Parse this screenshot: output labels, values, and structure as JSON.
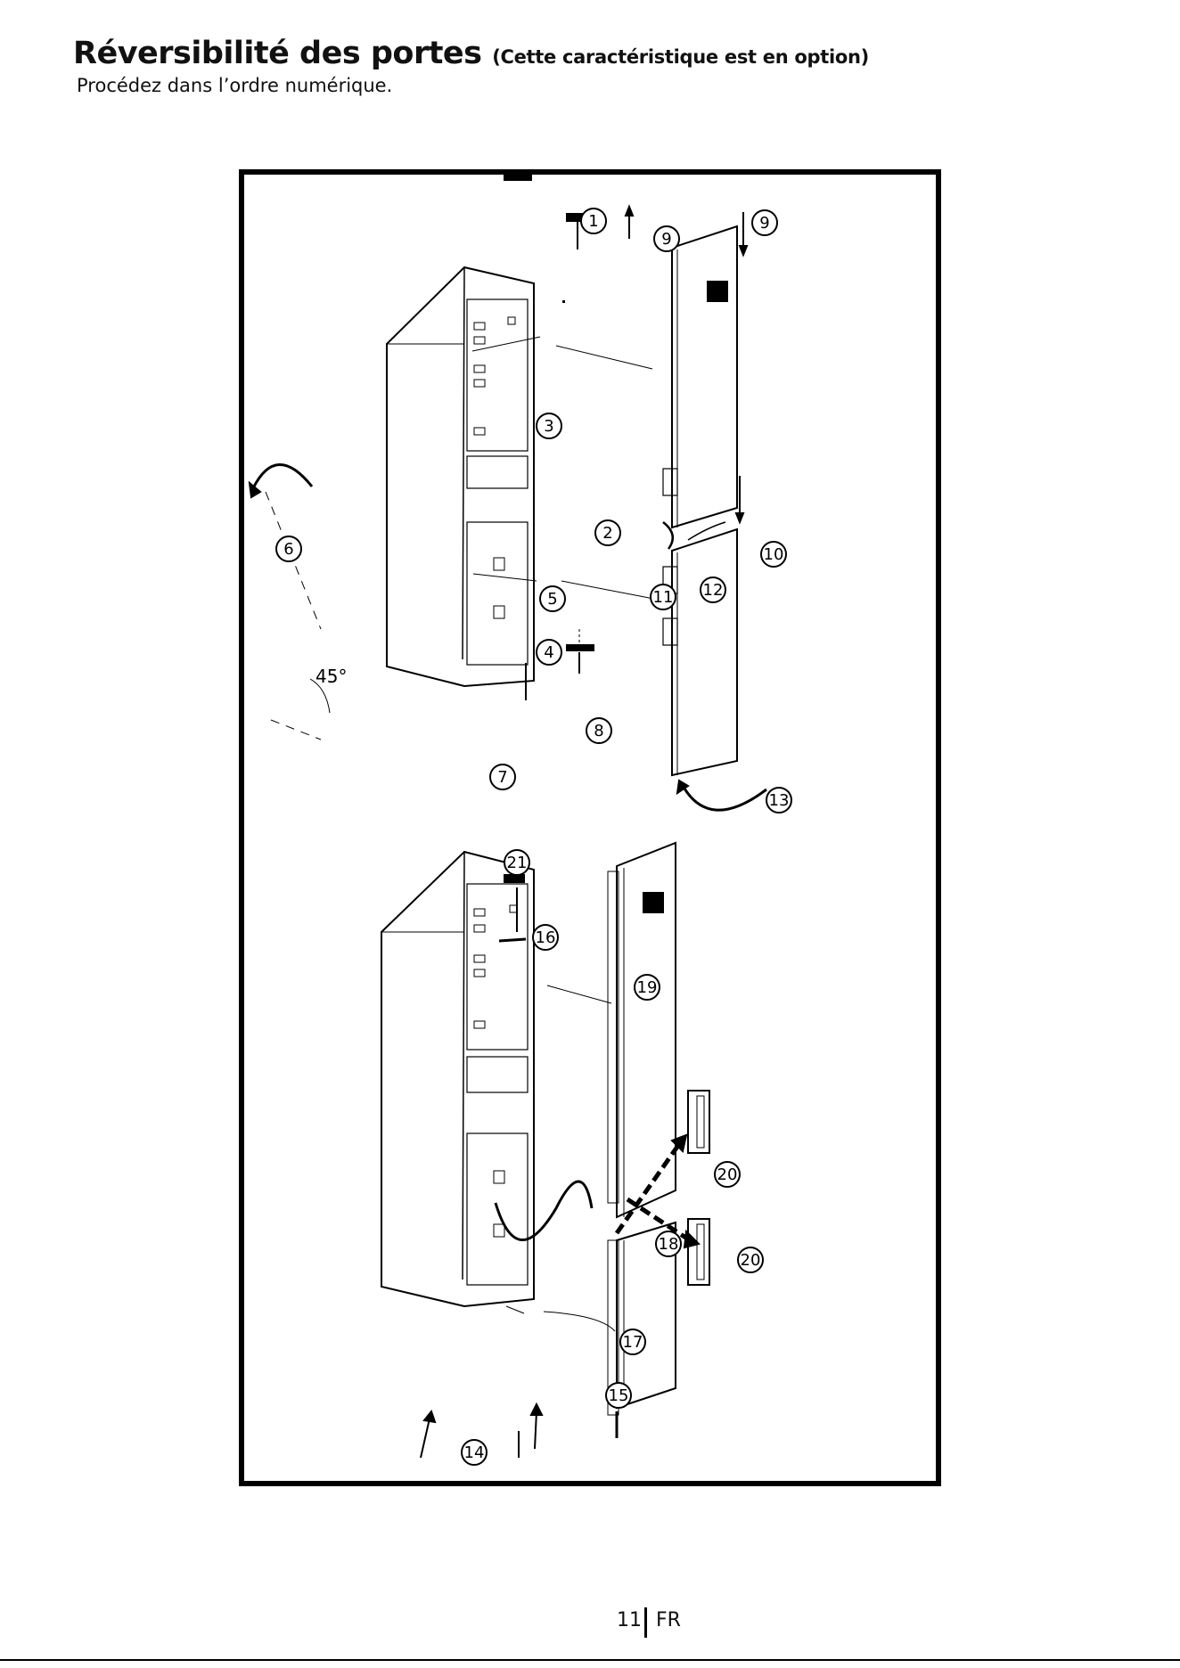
{
  "header": {
    "title": "Réversibilité des portes",
    "title_option": "(Cette caractéristique est en option)",
    "instruction": "Procédez dans l’ordre numérique."
  },
  "diagram": {
    "angle_label": "45°",
    "callouts": [
      "1",
      "2",
      "3",
      "4",
      "5",
      "6",
      "7",
      "8",
      "9",
      "9",
      "10",
      "11",
      "12",
      "13",
      "14",
      "15",
      "16",
      "17",
      "18",
      "19",
      "20",
      "20",
      "21"
    ]
  },
  "footer": {
    "page_number": "11",
    "language": "FR"
  }
}
